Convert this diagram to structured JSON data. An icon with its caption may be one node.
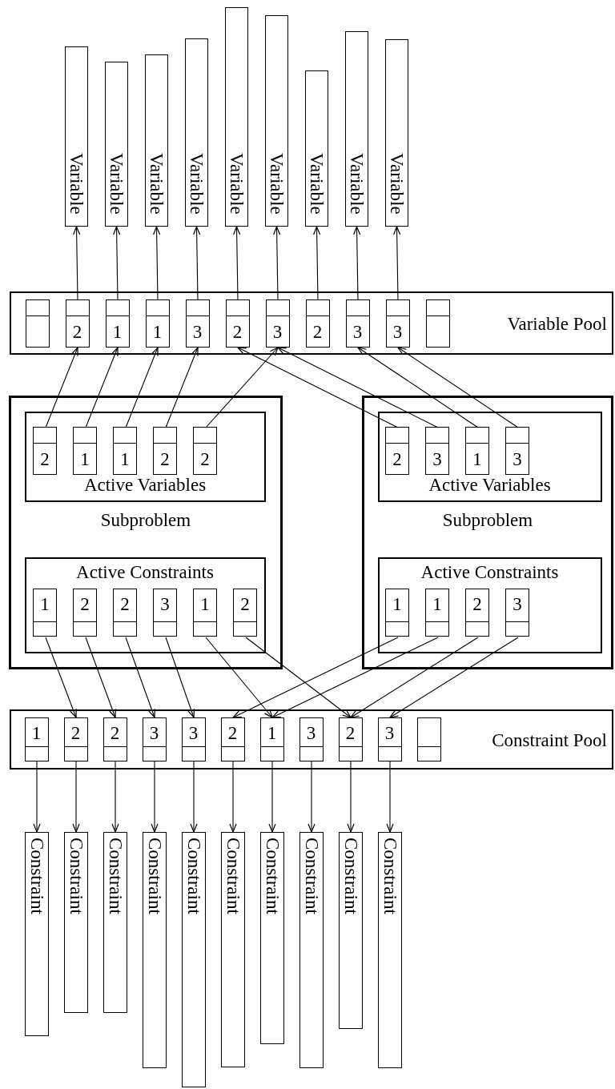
{
  "diagram": {
    "nodes": [
      {
        "text": [
          "Variable"
        ]
      },
      {
        "text": [
          "Variable"
        ]
      },
      {
        "text": [
          "Variable"
        ]
      },
      {
        "text": [
          "Variable"
        ]
      },
      {
        "text": [
          "Variable"
        ]
      },
      {
        "text": [
          "Variable"
        ]
      },
      {
        "text": [
          "Variable"
        ]
      },
      {
        "text": [
          "Variable"
        ]
      },
      {
        "text": [
          "Variable"
        ]
      },
      {
        "text": [
          "Variable Pool"
        ]
      },
      {
        "text": [],
        "shape": "box",
        "in": 9
      },
      {
        "text": [
          "2"
        ],
        "in": 9
      },
      {
        "text": [
          "1"
        ],
        "in": 9
      },
      {
        "text": [
          "1"
        ],
        "in": 9
      },
      {
        "text": [
          "3"
        ],
        "in": 9
      },
      {
        "text": [
          "2"
        ],
        "in": 9
      },
      {
        "text": [
          "3"
        ],
        "in": 9
      },
      {
        "text": [
          "2"
        ],
        "in": 9
      },
      {
        "text": [
          "3"
        ],
        "in": 9
      },
      {
        "text": [
          "3"
        ],
        "in": 9
      },
      {
        "text": [],
        "shape": "box",
        "in": 9
      },
      {
        "text": [
          "Subproblem"
        ]
      },
      {
        "text": [
          "Active Variables"
        ],
        "in": 21
      },
      {
        "text": [
          "2"
        ],
        "in": 22
      },
      {
        "text": [
          "1"
        ],
        "in": 22
      },
      {
        "text": [
          "1"
        ],
        "in": 22
      },
      {
        "text": [
          "2"
        ],
        "in": 22
      },
      {
        "text": [
          "2"
        ],
        "in": 22
      },
      {
        "text": [
          "Active Constraints"
        ],
        "in": 21
      },
      {
        "text": [
          "1"
        ],
        "in": 28
      },
      {
        "text": [
          "2"
        ],
        "in": 28
      },
      {
        "text": [
          "2"
        ],
        "in": 28
      },
      {
        "text": [
          "3"
        ],
        "in": 28
      },
      {
        "text": [
          "1"
        ],
        "in": 28
      },
      {
        "text": [
          "2"
        ],
        "in": 28
      },
      {
        "text": [
          "Subproblem"
        ]
      },
      {
        "text": [
          "Active Variables"
        ],
        "in": 35
      },
      {
        "text": [
          "2"
        ],
        "in": 36
      },
      {
        "text": [
          "3"
        ],
        "in": 36
      },
      {
        "text": [
          "1"
        ],
        "in": 36
      },
      {
        "text": [
          "3"
        ],
        "in": 36
      },
      {
        "text": [
          "Active Constraints"
        ],
        "in": 35
      },
      {
        "text": [
          "1"
        ],
        "in": 41
      },
      {
        "text": [
          "1"
        ],
        "in": 41
      },
      {
        "text": [
          "2"
        ],
        "in": 41
      },
      {
        "text": [
          "3"
        ],
        "in": 41
      },
      {
        "text": [
          "Constraint Pool"
        ]
      },
      {
        "text": [
          "1"
        ],
        "in": 46
      },
      {
        "text": [
          "2"
        ],
        "in": 46
      },
      {
        "text": [
          "2"
        ],
        "in": 46
      },
      {
        "text": [
          "3"
        ],
        "in": 46
      },
      {
        "text": [
          "3"
        ],
        "in": 46
      },
      {
        "text": [
          "2"
        ],
        "in": 46
      },
      {
        "text": [
          "1"
        ],
        "in": 46
      },
      {
        "text": [
          "3"
        ],
        "in": 46
      },
      {
        "text": [
          "2"
        ],
        "in": 46
      },
      {
        "text": [
          "3"
        ],
        "in": 46
      },
      {
        "text": [],
        "shape": "box",
        "in": 46
      },
      {
        "text": [
          "Constraint"
        ]
      },
      {
        "text": [
          "Constraint"
        ]
      },
      {
        "text": [
          "Constraint"
        ]
      },
      {
        "text": [
          "Constraint"
        ]
      },
      {
        "text": [
          "Constraint"
        ]
      },
      {
        "text": [
          "Constraint"
        ]
      },
      {
        "text": [
          "Constraint"
        ]
      },
      {
        "text": [
          "Constraint"
        ]
      },
      {
        "text": [
          "Constraint"
        ]
      },
      {
        "text": [
          "Constraint"
        ]
      }
    ],
    "edges": [
      {
        "from": 11,
        "to": 0,
        "arrow": "to"
      },
      {
        "from": 12,
        "to": 1,
        "arrow": "to"
      },
      {
        "from": 13,
        "to": 2,
        "arrow": "to"
      },
      {
        "from": 14,
        "to": 3,
        "arrow": "to"
      },
      {
        "from": 15,
        "to": 4,
        "arrow": "to"
      },
      {
        "from": 16,
        "to": 5,
        "arrow": "to"
      },
      {
        "from": 17,
        "to": 6,
        "arrow": "to"
      },
      {
        "from": 18,
        "to": 7,
        "arrow": "to"
      },
      {
        "from": 19,
        "to": 8,
        "arrow": "to"
      },
      {
        "from": 23,
        "to": 11,
        "arrow": "to"
      },
      {
        "from": 24,
        "to": 12,
        "arrow": "to"
      },
      {
        "from": 25,
        "to": 13,
        "arrow": "to"
      },
      {
        "from": 26,
        "to": 14,
        "arrow": "to"
      },
      {
        "from": 27,
        "to": 16,
        "arrow": "to"
      },
      {
        "from": 37,
        "to": 15,
        "arrow": "to"
      },
      {
        "from": 38,
        "to": 16,
        "arrow": "to"
      },
      {
        "from": 39,
        "to": 18,
        "arrow": "to"
      },
      {
        "from": 40,
        "to": 19,
        "arrow": "to"
      },
      {
        "from": 29,
        "to": 48,
        "arrow": "to"
      },
      {
        "from": 30,
        "to": 49,
        "arrow": "to"
      },
      {
        "from": 31,
        "to": 50,
        "arrow": "to"
      },
      {
        "from": 32,
        "to": 51,
        "arrow": "to"
      },
      {
        "from": 33,
        "to": 53,
        "arrow": "to"
      },
      {
        "from": 34,
        "to": 55,
        "arrow": "to"
      },
      {
        "from": 42,
        "to": 52,
        "arrow": "to"
      },
      {
        "from": 43,
        "to": 53,
        "arrow": "to"
      },
      {
        "from": 44,
        "to": 55,
        "arrow": "to"
      },
      {
        "from": 45,
        "to": 56,
        "arrow": "to"
      },
      {
        "from": 47,
        "to": 58,
        "arrow": "to"
      },
      {
        "from": 48,
        "to": 59,
        "arrow": "to"
      },
      {
        "from": 49,
        "to": 60,
        "arrow": "to"
      },
      {
        "from": 50,
        "to": 61,
        "arrow": "to"
      },
      {
        "from": 51,
        "to": 62,
        "arrow": "to"
      },
      {
        "from": 52,
        "to": 63,
        "arrow": "to"
      },
      {
        "from": 53,
        "to": 64,
        "arrow": "to"
      },
      {
        "from": 54,
        "to": 65,
        "arrow": "to"
      },
      {
        "from": 55,
        "to": 66,
        "arrow": "to"
      },
      {
        "from": 56,
        "to": 67,
        "arrow": "to"
      }
    ]
  }
}
